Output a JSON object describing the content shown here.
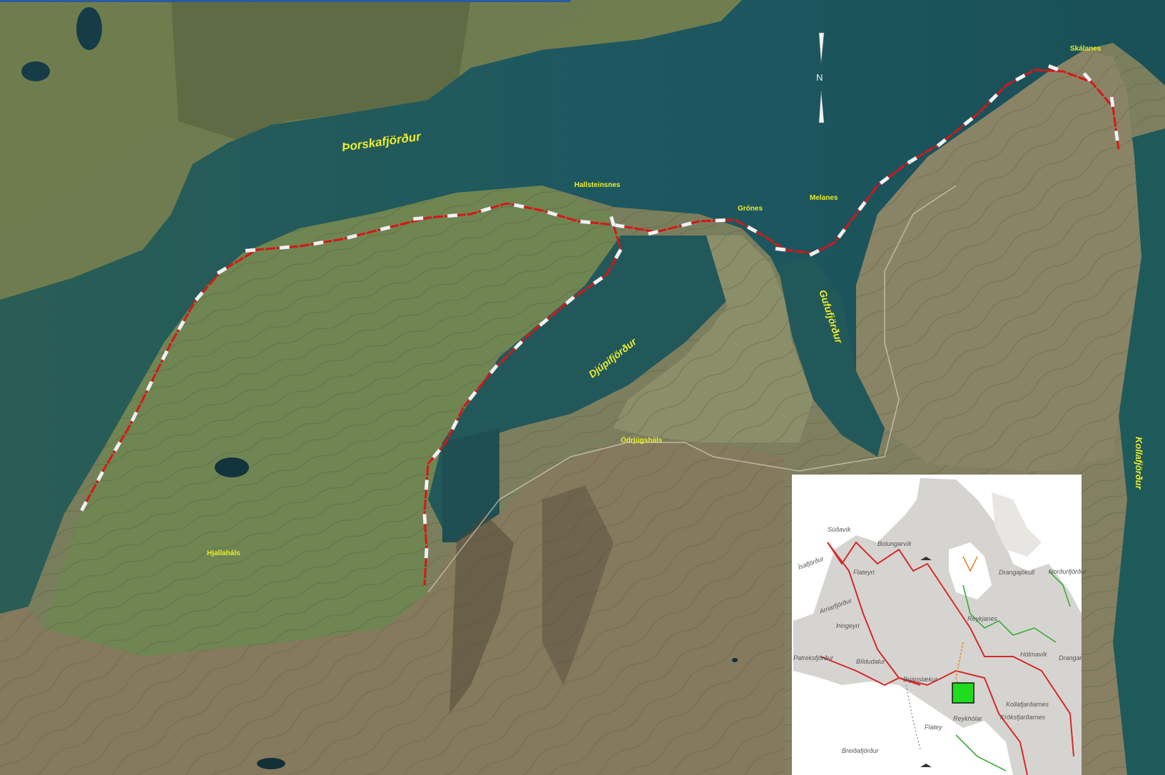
{
  "labels": {
    "thorskafjordur": "Þorskafjörður",
    "hallsteinsnes": "Hallsteinsnes",
    "gronnes": "Grónes",
    "melanes": "Melanes",
    "skalanes": "Skálanes",
    "djupifjordur": "Djúpifjörður",
    "gufufjordur": "Gufufjörður",
    "kollafjordur": "Kollafjörður",
    "odrugshals": "Ódrjúgsháls",
    "hjallahals": "Hjallaháls"
  },
  "north_arrow": {
    "letter": "N"
  },
  "inset_map": {
    "labels": {
      "sudavik": "Súðavík",
      "bolungarvik": "Bolungarvík",
      "drangajokull": "Drangajökull",
      "nordurfjordur": "Norðurfjörður",
      "thingeyri": "Þingeyri",
      "flateyri": "Flateyri",
      "reykjanes": "Reykjanes",
      "bildudalur": "Bíldudalur",
      "holmavik": "Hólmavík",
      "patreksfjordur": "Patreksfjörður",
      "brjanslaekur": "Brjánslækur",
      "reykholar": "Reykhólar",
      "flatey": "Flatey",
      "breidafjordur": "Breiðafjörður",
      "isafjordur": "Ísafjörður",
      "arnarfjordur": "Arnarfjörður",
      "drangar": "Drangar",
      "kollafjardarnes": "Kollafjarðarnes",
      "skridaland": "Króksfjarðarnes"
    },
    "marker_color": "#1fdc1f"
  },
  "colors": {
    "route": "#d81616",
    "label": "#ecec2a",
    "water": "#1f5a5a",
    "inset_road_red": "#d42a2a",
    "inset_road_green": "#3aaa3a",
    "inset_road_orange": "#e0882a"
  }
}
